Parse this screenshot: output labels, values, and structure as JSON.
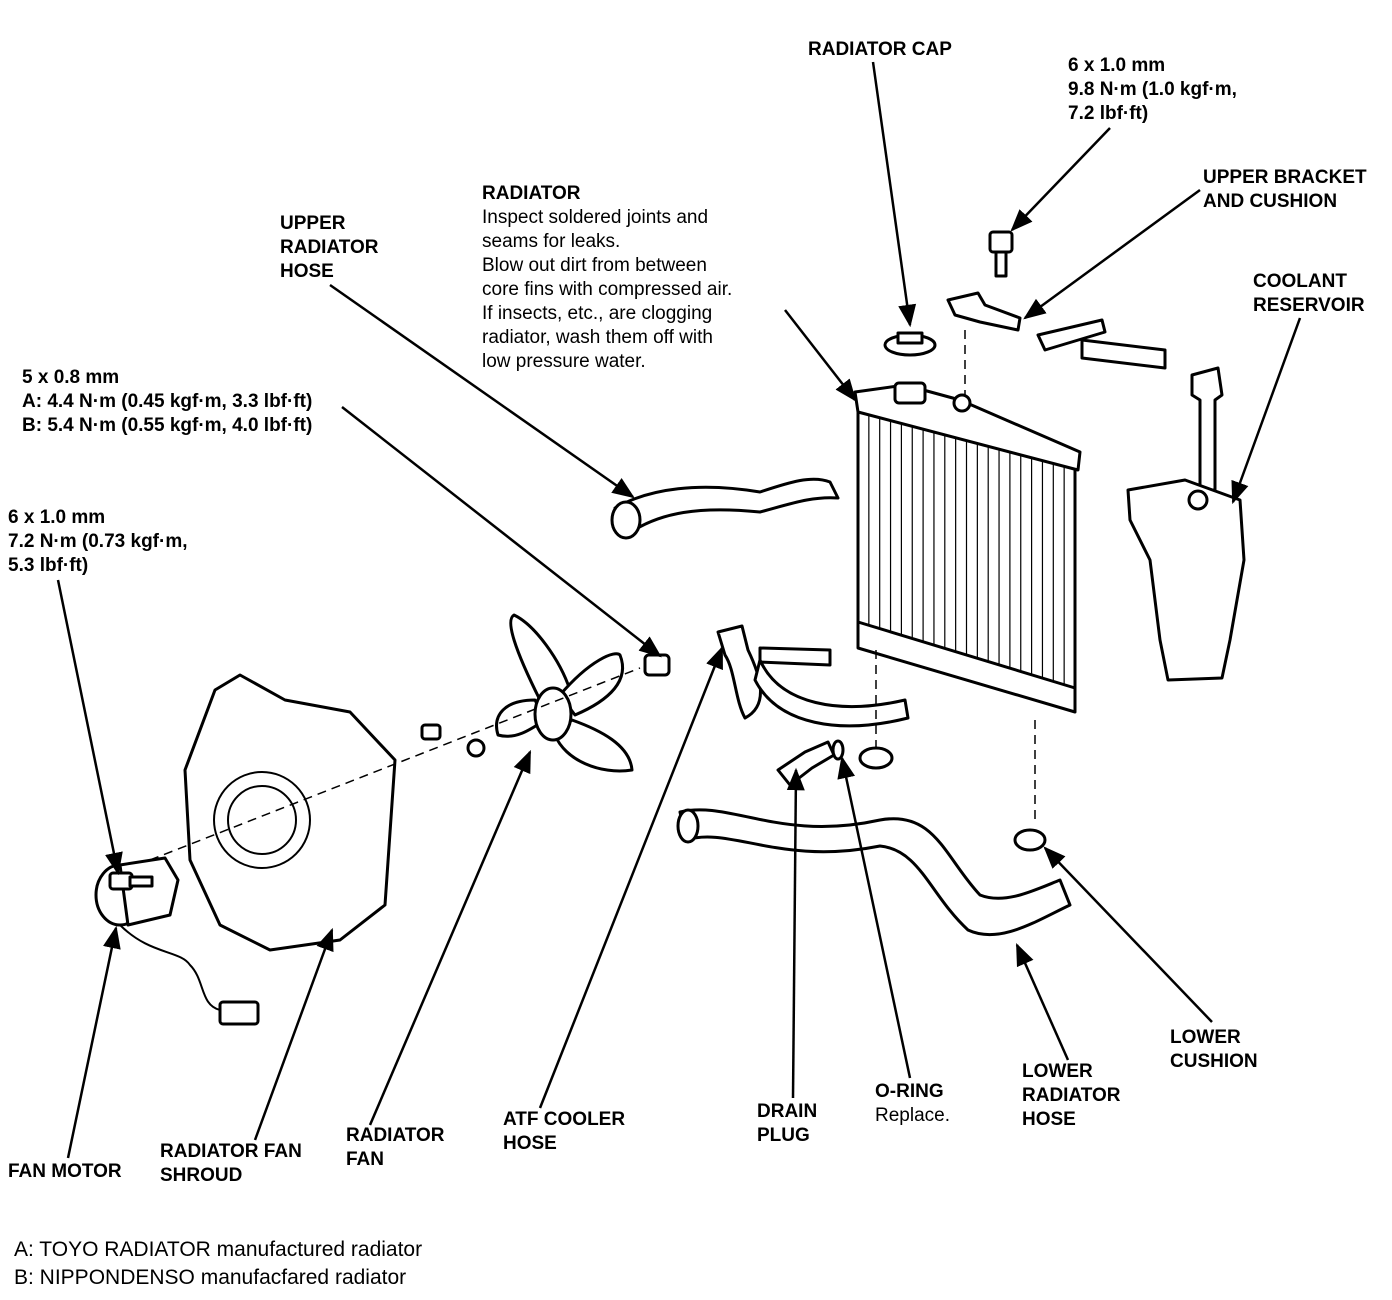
{
  "callouts": {
    "radiator_cap": {
      "lines": [
        "RADIATOR CAP"
      ]
    },
    "bolt_6x1_upper": {
      "lines": [
        "6 x 1.0 mm",
        "9.8 N·m (1.0 kgf·m,",
        "7.2 lbf·ft)"
      ]
    },
    "upper_bracket": {
      "lines": [
        "UPPER BRACKET",
        "AND CUSHION"
      ]
    },
    "coolant_reservoir": {
      "lines": [
        "COOLANT",
        "RESERVOIR"
      ]
    },
    "radiator": {
      "title": "RADIATOR",
      "notes": [
        "Inspect soldered joints and",
        "seams for leaks.",
        "Blow out dirt from between",
        "core fins with compressed air.",
        "If insects, etc., are clogging",
        "radiator, wash them off with",
        "low pressure water."
      ]
    },
    "upper_radiator_hose": {
      "lines": [
        "UPPER",
        "RADIATOR",
        "HOSE"
      ]
    },
    "bolt_5x08": {
      "lines": [
        "5 x 0.8 mm",
        "A: 4.4 N·m (0.45 kgf·m, 3.3 lbf·ft)",
        "B: 5.4 N·m (0.55 kgf·m, 4.0 lbf·ft)"
      ]
    },
    "bolt_6x1_fan": {
      "lines": [
        "6 x 1.0 mm",
        "7.2 N·m (0.73 kgf·m,",
        "5.3 lbf·ft)"
      ]
    },
    "fan_motor": {
      "lines": [
        "FAN MOTOR"
      ]
    },
    "radiator_fan_shroud": {
      "lines": [
        "RADIATOR FAN",
        "SHROUD"
      ]
    },
    "radiator_fan": {
      "lines": [
        "RADIATOR",
        "FAN"
      ]
    },
    "atf_cooler_hose": {
      "lines": [
        "ATF COOLER",
        "HOSE"
      ]
    },
    "drain_plug": {
      "lines": [
        "DRAIN",
        "PLUG"
      ]
    },
    "o_ring": {
      "title": "O-RING",
      "note": "Replace."
    },
    "lower_radiator_hose": {
      "lines": [
        "LOWER",
        "RADIATOR",
        "HOSE"
      ]
    },
    "lower_cushion": {
      "lines": [
        "LOWER",
        "CUSHION"
      ]
    }
  },
  "legend": [
    "A: TOYO RADIATOR manufactured radiator",
    "B: NIPPONDENSO manufacfared radiator"
  ]
}
